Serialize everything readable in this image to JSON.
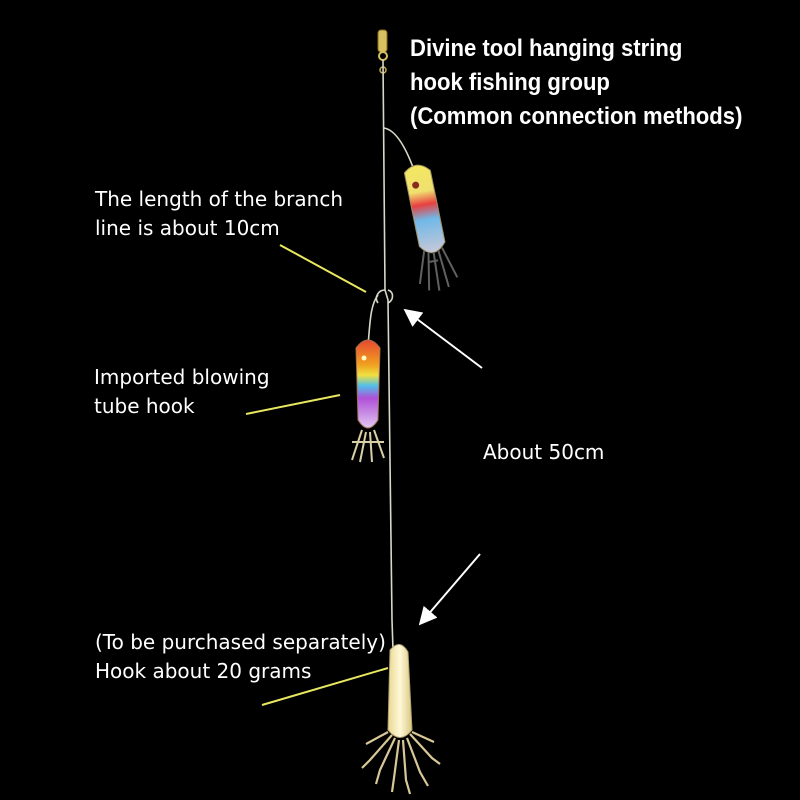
{
  "title": {
    "lines": [
      "Divine tool hanging string",
      "hook fishing group",
      "(Common connection methods)"
    ]
  },
  "labels": {
    "branch_line": [
      "The length of the branch",
      "line is about 10cm"
    ],
    "blowing_tube": [
      "Imported blowing",
      "tube hook"
    ],
    "length": "About 50cm",
    "sinker_hook": [
      "(To be purchased separately)",
      "Hook about 20 grams"
    ]
  },
  "colors": {
    "background": "#000000",
    "text": "#ffffff",
    "pointer_line": "#e8e860",
    "arrow": "#ffffff",
    "fishing_line": "#d8d8c8"
  }
}
